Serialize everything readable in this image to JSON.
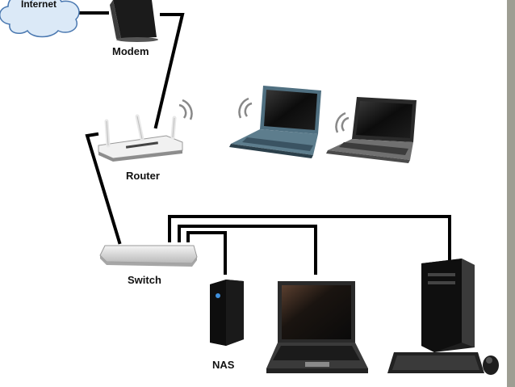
{
  "labels": {
    "internet": "Internet",
    "modem": "Modem",
    "router": "Router",
    "switch": "Switch",
    "nas": "NAS"
  },
  "colors": {
    "cloud": "#dbe9f7",
    "cloud_stroke": "#4a78b0",
    "cable": "#000000",
    "device_dark": "#1a1a1a",
    "laptop_teal": "#4f6f80",
    "router_white": "#f1f1f1",
    "side_bar": "#9e9e93"
  },
  "icons": [
    "cloud-icon",
    "modem-icon",
    "router-icon",
    "laptop-icon",
    "switch-icon",
    "nas-icon",
    "desktop-computer-icon",
    "keyboard-icon",
    "mouse-icon",
    "wifi-signal-icon"
  ]
}
